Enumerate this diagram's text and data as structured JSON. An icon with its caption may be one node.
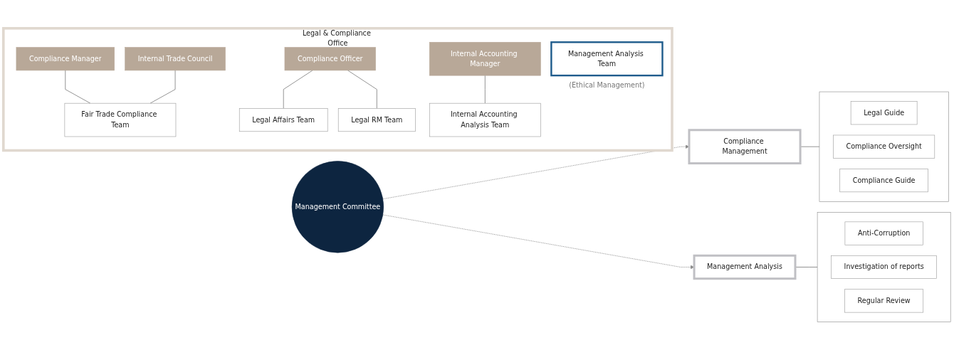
{
  "diagram": {
    "nodes": [
      {
        "text": [
          "Management Committee"
        ]
      },
      {
        "text": [
          "Compliance Management"
        ]
      },
      {
        "text": [
          "Management Analysis"
        ]
      },
      {
        "text": [],
        "shape": "box"
      },
      {
        "text": [
          "Legal Guide"
        ],
        "in": 3
      },
      {
        "text": [
          "Compliance Oversight"
        ],
        "in": 3
      },
      {
        "text": [
          "Compliance Guide"
        ],
        "in": 3
      },
      {
        "text": [],
        "shape": "box"
      },
      {
        "text": [
          "Anti-Corruption"
        ],
        "in": 7
      },
      {
        "text": [
          "Investigation of reports"
        ],
        "in": 7
      },
      {
        "text": [
          "Regular Review"
        ],
        "in": 7
      },
      {
        "text": [
          "Legal & Compliance Office"
        ]
      },
      {
        "text": [
          "Compliance Manager"
        ],
        "in": 11
      },
      {
        "text": [
          "Internal Trade Council"
        ],
        "in": 11
      },
      {
        "text": [
          "Compliance Officer"
        ],
        "in": 11
      },
      {
        "text": [
          "Internal Accounting Manager"
        ],
        "in": 11
      },
      {
        "text": [
          "Management Analysis Team"
        ],
        "in": 11,
        "beside": [
          "(Ethical Management)"
        ]
      },
      {
        "text": [
          "Fair Trade Compliance Team"
        ],
        "in": 11
      },
      {
        "text": [
          "Legal Affairs Team"
        ],
        "in": 11
      },
      {
        "text": [
          "Legal RM Team"
        ],
        "in": 11
      },
      {
        "text": [
          "Internal Accounting Analysis Team"
        ],
        "in": 11
      }
    ],
    "edges": [
      {
        "from": 0,
        "to": 1,
        "arrow": "to",
        "style": "dashed"
      },
      {
        "from": 0,
        "to": 2,
        "arrow": "to",
        "style": "dashed"
      },
      {
        "from": 1,
        "to": 3,
        "arrow": "none"
      },
      {
        "from": 2,
        "to": 7,
        "arrow": "none"
      },
      {
        "from": 12,
        "to": 17,
        "arrow": "none"
      },
      {
        "from": 13,
        "to": 17,
        "arrow": "none"
      },
      {
        "from": 14,
        "to": 18,
        "arrow": "none"
      },
      {
        "from": 14,
        "to": 19,
        "arrow": "none"
      },
      {
        "from": 15,
        "to": 20,
        "arrow": "none"
      }
    ]
  }
}
